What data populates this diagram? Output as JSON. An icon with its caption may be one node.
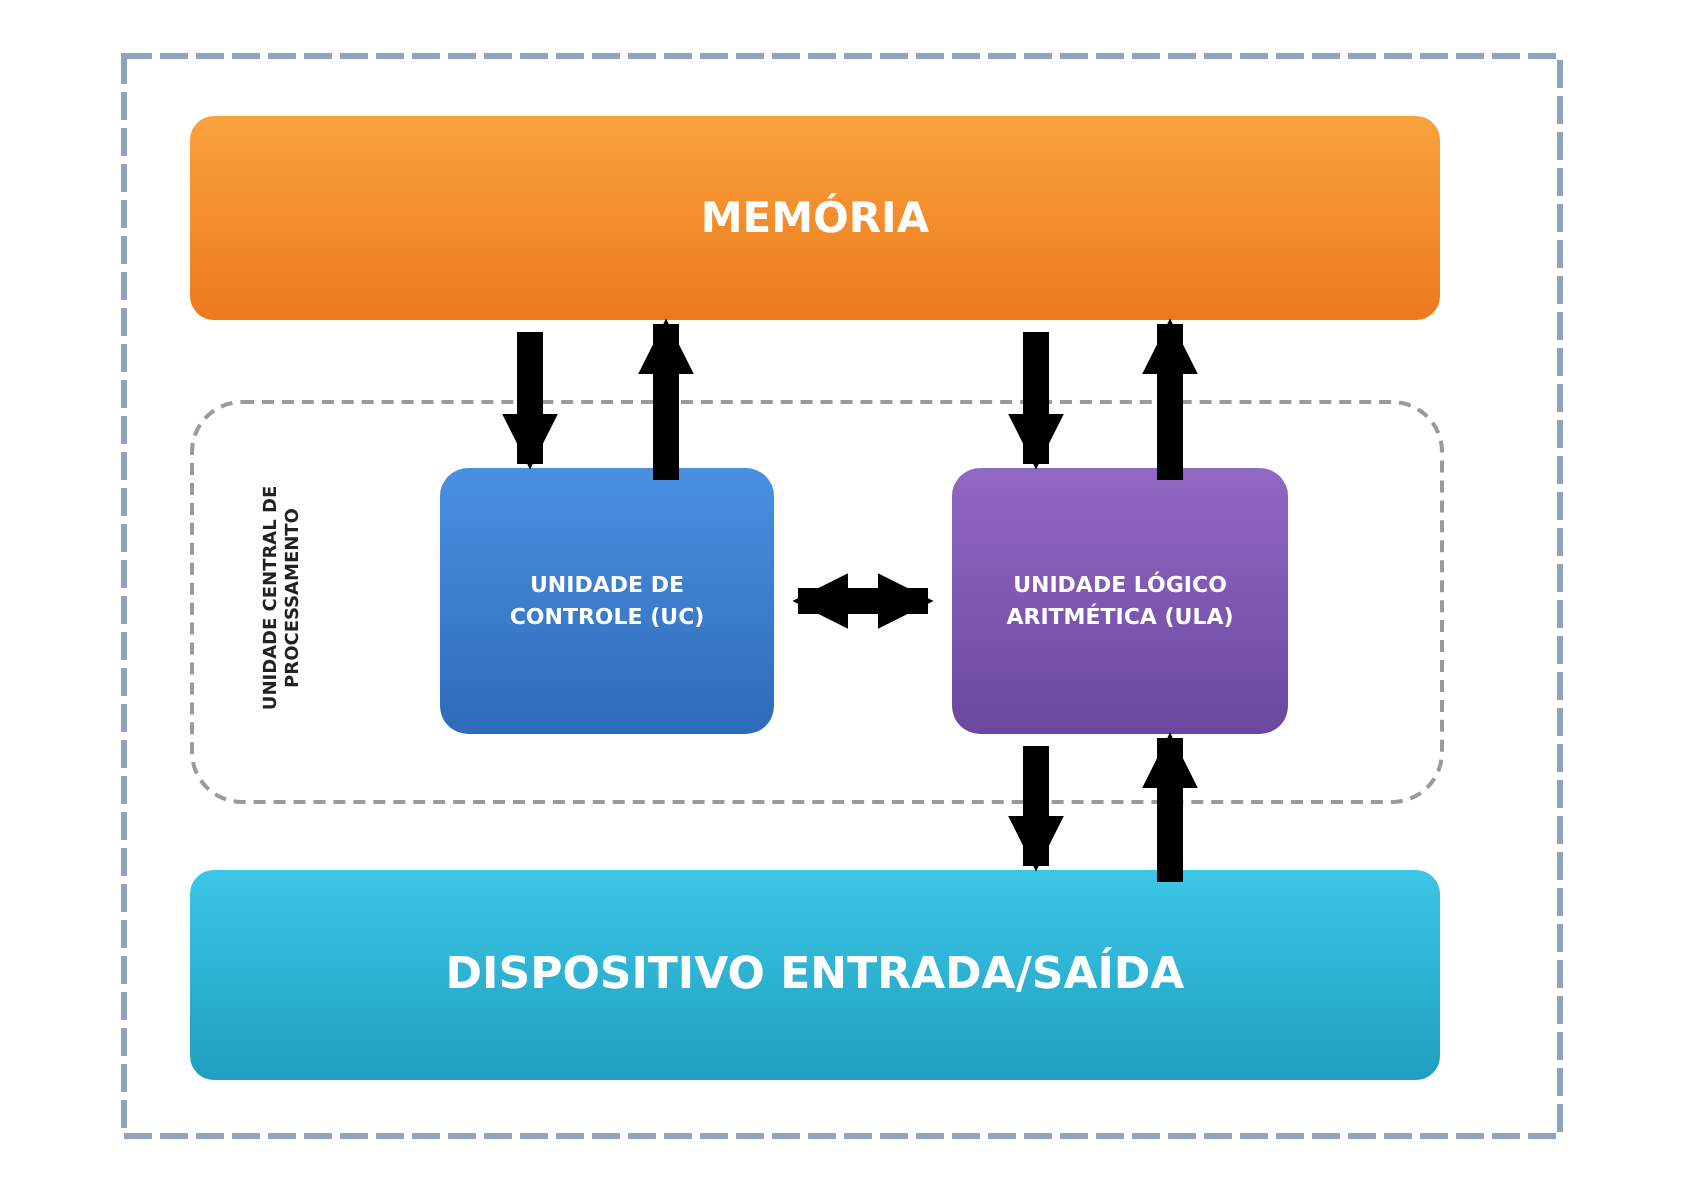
{
  "diagram": {
    "nodes": [
      {
        "text": [
          "MEMÓRIA"
        ]
      },
      {
        "text": [
          "UNIDADE CENTRAL DE PROCESSAMENTO"
        ]
      },
      {
        "text": [
          "UNIDADE DE CONTROLE (UC)"
        ],
        "in": 1
      },
      {
        "text": [
          "UNIDADE LÓGICO ARITMÉTICA (ULA)"
        ],
        "in": 1
      },
      {
        "text": [
          "DISPOSITIVO ENTRADA/SAÍDA"
        ]
      }
    ],
    "edges": [
      {
        "from": 0,
        "to": 2,
        "arrow": "to"
      },
      {
        "from": 2,
        "to": 0,
        "arrow": "to"
      },
      {
        "from": 0,
        "to": 3,
        "arrow": "to"
      },
      {
        "from": 3,
        "to": 0,
        "arrow": "to"
      },
      {
        "from": 2,
        "to": 3,
        "arrow": "both"
      },
      {
        "from": 3,
        "to": 4,
        "arrow": "to"
      },
      {
        "from": 4,
        "to": 3,
        "arrow": "to"
      }
    ]
  }
}
